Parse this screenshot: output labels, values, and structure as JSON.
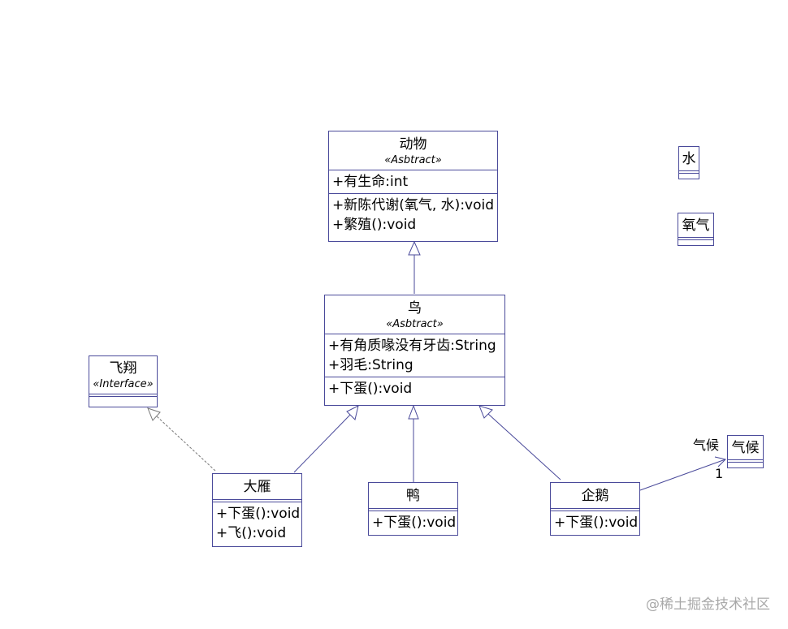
{
  "classes": {
    "animal": {
      "name": "动物",
      "stereotype": "«Asbtract»",
      "attributes": [
        "+有生命:int"
      ],
      "operations": [
        "+新陈代谢(氧气, 水):void",
        "+繁殖():void"
      ]
    },
    "water": {
      "name": "水"
    },
    "oxygen": {
      "name": "氧气"
    },
    "bird": {
      "name": "鸟",
      "stereotype": "«Asbtract»",
      "attributes": [
        "+有角质喙没有牙齿:String",
        "+羽毛:String"
      ],
      "operations": [
        "+下蛋():void"
      ]
    },
    "fly": {
      "name": "飞翔",
      "stereotype": "«Interface»"
    },
    "goose": {
      "name": "大雁",
      "operations": [
        "+下蛋():void",
        "+飞():void"
      ]
    },
    "duck": {
      "name": "鸭",
      "operations": [
        "+下蛋():void"
      ]
    },
    "penguin": {
      "name": "企鹅",
      "operations": [
        "+下蛋():void"
      ]
    },
    "climate": {
      "name": "气候"
    }
  },
  "associations": {
    "penguin_climate": {
      "role": "气候",
      "multiplicity": "1"
    }
  },
  "colors": {
    "line": "#4a4a9a",
    "dashed": "#777777",
    "watermark": "#a8a8a8"
  },
  "watermark": "@稀土掘金技术社区"
}
